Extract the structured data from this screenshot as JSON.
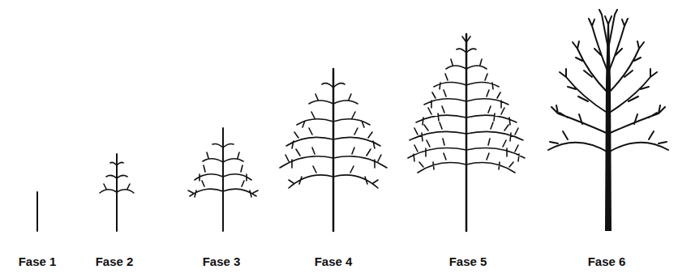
{
  "diagram": {
    "labels": [
      "Fase 1",
      "Fase 2",
      "Fase 3",
      "Fase 4",
      "Fase 5",
      "Fase 6"
    ]
  }
}
